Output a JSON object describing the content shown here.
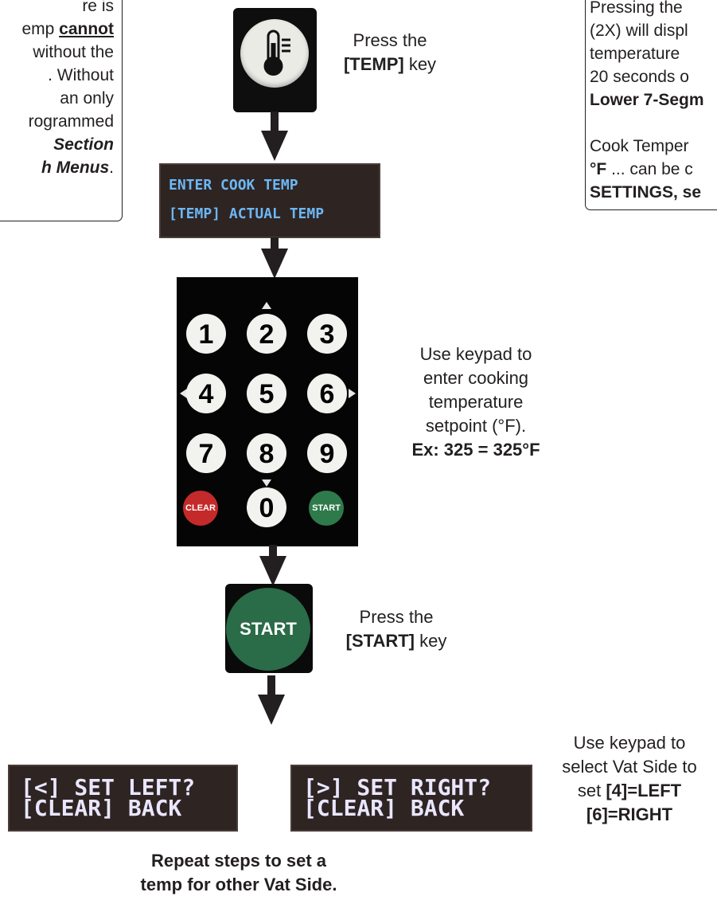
{
  "note_left": {
    "l1": "re is",
    "l2_pre": "emp ",
    "l2_u": "cannot",
    "l3": "without the",
    "l4": ". Without",
    "l5": "an only",
    "l6": "rogrammed",
    "l7": "Section",
    "l8_b": "h Menus",
    "l8_end": "."
  },
  "note_right": {
    "l1": "Pressing the",
    "l2": "(2X) will displ",
    "l3": "temperature",
    "l4": "20 seconds o",
    "l5": "Lower 7-Segm",
    "l6": "Cook Temper",
    "l7_b": "°F",
    "l7_rest": " ... can be c",
    "l8": "SETTINGS, se"
  },
  "step_temp": {
    "line1": "Press the",
    "key": "[TEMP]",
    "suffix": " key"
  },
  "lcd_cook": {
    "row1": "ENTER COOK TEMP",
    "row2": "[TEMP] ACTUAL TEMP"
  },
  "keypad": {
    "digits": [
      "1",
      "2",
      "3",
      "4",
      "5",
      "6",
      "7",
      "8",
      "9",
      "0"
    ],
    "clear": "CLEAR",
    "start": "START"
  },
  "step_keypad": {
    "l1": "Use keypad to",
    "l2": "enter cooking",
    "l3": "temperature",
    "l4": "setpoint (°F).",
    "example": "Ex: 325 = 325°F"
  },
  "start_key_label": "START",
  "step_start": {
    "line1": "Press the",
    "key": "[START]",
    "suffix": " key"
  },
  "lcd_left": {
    "row1": "[<] SET LEFT?",
    "row2": "[CLEAR] BACK"
  },
  "lcd_right": {
    "row1": "[>] SET RIGHT?",
    "row2": "[CLEAR] BACK"
  },
  "step_side": {
    "l1": "Use keypad to",
    "l2": "select Vat Side to",
    "l3_pre": "set ",
    "l3_b": "[4]=LEFT",
    "l4": "[6]=RIGHT"
  },
  "repeat": {
    "l1": "Repeat steps to set a",
    "l2": "temp for other Vat Side."
  },
  "colors": {
    "lcd_blue": "#6cb7f5",
    "lcd_white": "#e9e6ff",
    "clear_red": "#c42a2a",
    "start_green": "#2f7a4a"
  }
}
